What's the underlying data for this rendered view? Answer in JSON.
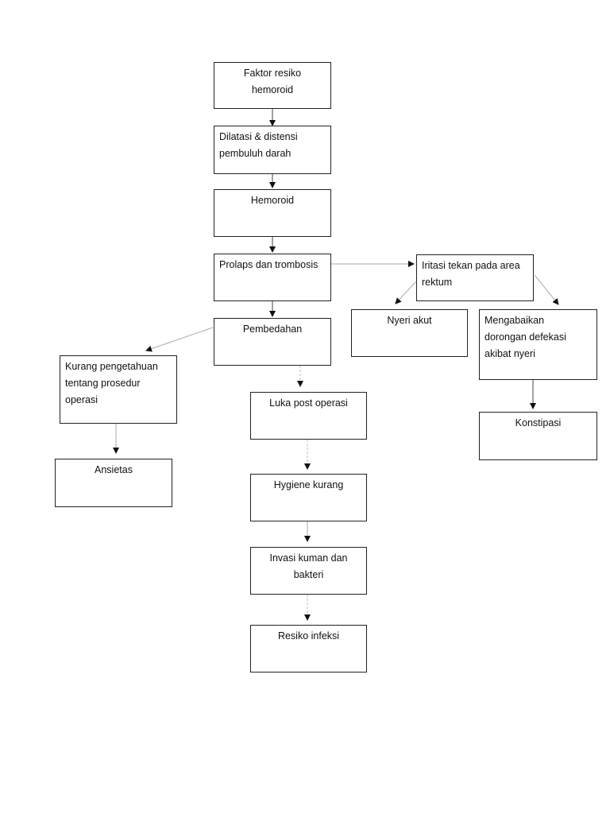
{
  "diagram": {
    "nodes": {
      "faktor": "Faktor resiko\nhemoroid",
      "dilatasi": "Dilatasi & distensi\npembuluh darah",
      "hemoroid": "Hemoroid",
      "prolaps": "Prolaps dan trombosis",
      "iritasi": "Iritasi tekan pada area\nrektum",
      "pembedahan": "Pembedahan",
      "nyeri": "Nyeri akut",
      "mengabaikan": "Mengabaikan\ndorongan defekasi\nakibat nyeri",
      "kurang": "Kurang pengetahuan\ntentang prosedur\noperasi",
      "luka": "Luka post operasi",
      "konstipasi": "Konstipasi",
      "ansietas": "Ansietas",
      "hygiene": "Hygiene kurang",
      "invasi": "Invasi kuman dan\nbakteri",
      "resiko_infeksi": "Resiko infeksi"
    },
    "edges": [
      {
        "from": "faktor",
        "to": "dilatasi"
      },
      {
        "from": "dilatasi",
        "to": "hemoroid"
      },
      {
        "from": "hemoroid",
        "to": "prolaps"
      },
      {
        "from": "prolaps",
        "to": "iritasi"
      },
      {
        "from": "prolaps",
        "to": "pembedahan"
      },
      {
        "from": "iritasi",
        "to": "nyeri"
      },
      {
        "from": "iritasi",
        "to": "mengabaikan"
      },
      {
        "from": "mengabaikan",
        "to": "konstipasi"
      },
      {
        "from": "pembedahan",
        "to": "kurang"
      },
      {
        "from": "pembedahan",
        "to": "luka"
      },
      {
        "from": "kurang",
        "to": "ansietas"
      },
      {
        "from": "luka",
        "to": "hygiene"
      },
      {
        "from": "hygiene",
        "to": "invasi"
      },
      {
        "from": "invasi",
        "to": "resiko_infeksi"
      }
    ]
  }
}
